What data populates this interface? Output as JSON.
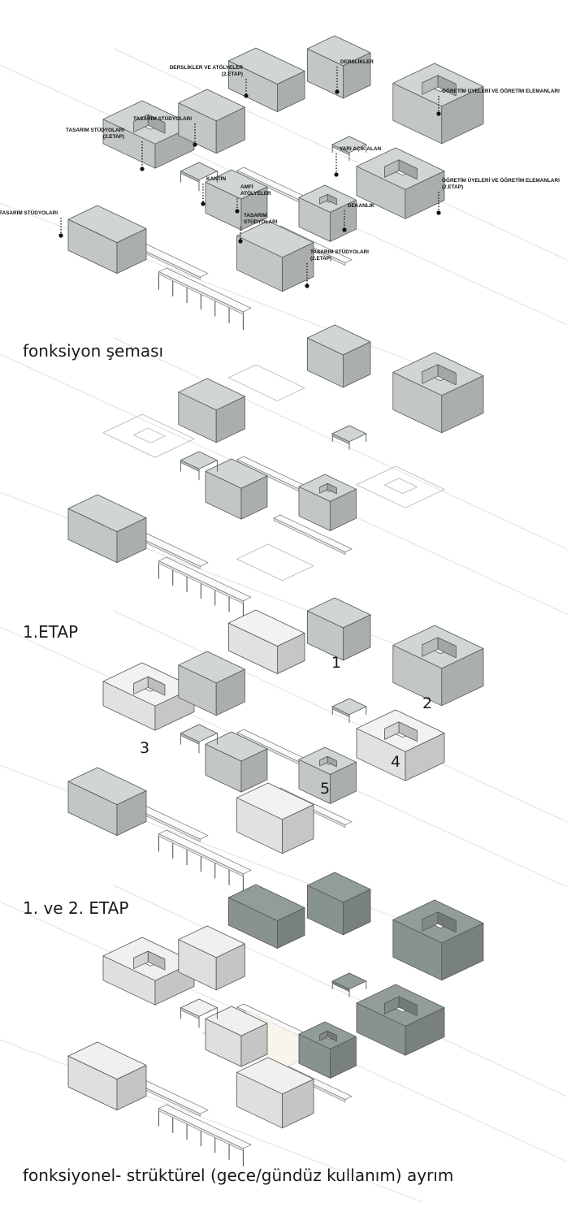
{
  "colors": {
    "phase1_block": "#cfd6d3",
    "phase2_block": "#f1f2f1",
    "night_block": "#929d9a",
    "day_block": "#eff0ef",
    "courtyard": "#f7f5ec",
    "line": "#555555"
  },
  "diagrams": [
    {
      "caption": "fonksiyon şeması",
      "labels": {
        "derslikler_2etap": "DERSLİKLER VE ATÖLYELER\n(2.ETAP)",
        "derslikler": "DERSLİKLER",
        "ogretim": "ÖĞRETİM ÜYELERİ VE ÖĞRETİM ELEMANLARI",
        "ts_top": "TASARIM STÜDYOLARI",
        "ts_2etap": "TASARIM STÜDYOLARI\n(2.ETAP)",
        "yari_acik": "YARI AÇIK ALAN",
        "kantin": "KANTİN",
        "amfi": "AMFİ\nATÖLYELER",
        "ts_left": "TASARIM STÜDYOLARI",
        "ogretim_2etap": "ÖĞRETİM ÜYELERİ VE ÖĞRETİM ELEMANLARI\n(2.ETAP)",
        "dekanlik": "DEKANLIK",
        "ts_mid": "TASARIM\nSTÜDYOLARI",
        "ts_bottom": "TASARIM STÜDYOLARI\n(2.ETAP)"
      }
    },
    {
      "caption": "1.ETAP"
    },
    {
      "caption": "1. ve 2. ETAP",
      "numbers": [
        "1",
        "2",
        "3",
        "4",
        "5"
      ]
    },
    {
      "caption": "fonksiyonel- strüktürel (gece/gündüz kullanım) ayrım"
    }
  ]
}
